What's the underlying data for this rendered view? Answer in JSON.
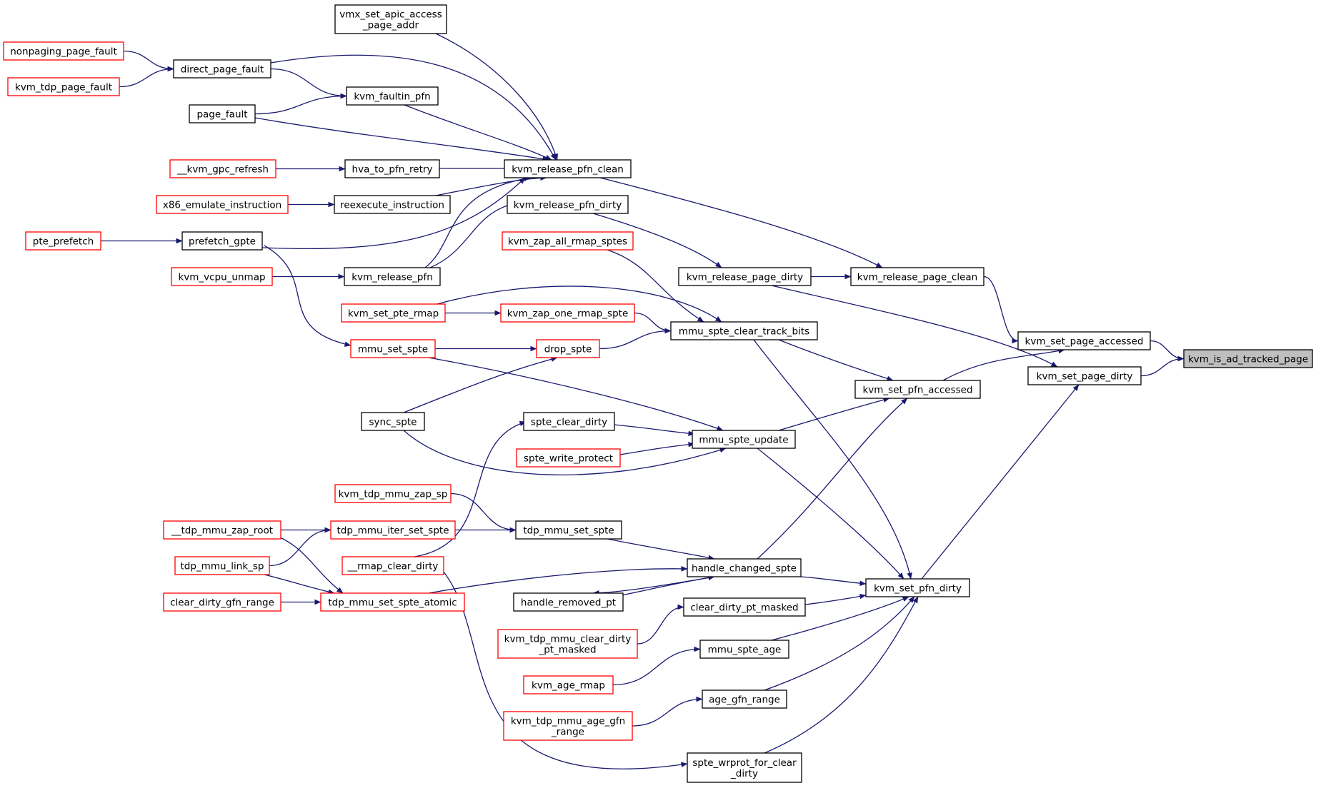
{
  "colors": {
    "edge": "#191970",
    "border_normal": "#000000",
    "border_truncated": "#ff0000",
    "root_fill": "#bfbfbf",
    "node_fill": "#ffffff"
  },
  "nodes": [
    {
      "id": "kvm_is_ad_tracked_page",
      "label": [
        "kvm_is_ad_tracked_page"
      ],
      "style": "root"
    },
    {
      "id": "kvm_set_page_accessed",
      "label": [
        "kvm_set_page_accessed"
      ],
      "style": "normal"
    },
    {
      "id": "kvm_set_page_dirty",
      "label": [
        "kvm_set_page_dirty"
      ],
      "style": "normal"
    },
    {
      "id": "kvm_release_page_clean",
      "label": [
        "kvm_release_page_clean"
      ],
      "style": "normal"
    },
    {
      "id": "kvm_release_page_dirty",
      "label": [
        "kvm_release_page_dirty"
      ],
      "style": "normal"
    },
    {
      "id": "kvm_set_pfn_accessed",
      "label": [
        "kvm_set_pfn_accessed"
      ],
      "style": "normal"
    },
    {
      "id": "kvm_set_pfn_dirty",
      "label": [
        "kvm_set_pfn_dirty"
      ],
      "style": "normal"
    },
    {
      "id": "kvm_release_pfn_clean",
      "label": [
        "kvm_release_pfn_clean"
      ],
      "style": "normal"
    },
    {
      "id": "kvm_release_pfn_dirty",
      "label": [
        "kvm_release_pfn_dirty"
      ],
      "style": "normal"
    },
    {
      "id": "kvm_zap_all_rmap_sptes",
      "label": [
        "kvm_zap_all_rmap_sptes"
      ],
      "style": "truncated"
    },
    {
      "id": "mmu_spte_clear_track_bits",
      "label": [
        "mmu_spte_clear_track_bits"
      ],
      "style": "normal"
    },
    {
      "id": "mmu_spte_update",
      "label": [
        "mmu_spte_update"
      ],
      "style": "normal"
    },
    {
      "id": "handle_changed_spte",
      "label": [
        "handle_changed_spte"
      ],
      "style": "normal"
    },
    {
      "id": "clear_dirty_pt_masked",
      "label": [
        "clear_dirty_pt_masked"
      ],
      "style": "normal"
    },
    {
      "id": "mmu_spte_age",
      "label": [
        "mmu_spte_age"
      ],
      "style": "normal"
    },
    {
      "id": "age_gfn_range",
      "label": [
        "age_gfn_range"
      ],
      "style": "normal"
    },
    {
      "id": "spte_wrprot_for_clear_dirty",
      "label": [
        "spte_wrprot_for_clear",
        "_dirty"
      ],
      "style": "normal"
    },
    {
      "id": "vmx_set_apic_access_page_addr",
      "label": [
        "vmx_set_apic_access",
        "_page_addr"
      ],
      "style": "normal"
    },
    {
      "id": "direct_page_fault",
      "label": [
        "direct_page_fault"
      ],
      "style": "normal"
    },
    {
      "id": "kvm_faultin_pfn",
      "label": [
        "kvm_faultin_pfn"
      ],
      "style": "normal"
    },
    {
      "id": "page_fault",
      "label": [
        "page_fault"
      ],
      "style": "normal"
    },
    {
      "id": "hva_to_pfn_retry",
      "label": [
        "hva_to_pfn_retry"
      ],
      "style": "normal"
    },
    {
      "id": "reexecute_instruction",
      "label": [
        "reexecute_instruction"
      ],
      "style": "normal"
    },
    {
      "id": "prefetch_gpte",
      "label": [
        "prefetch_gpte"
      ],
      "style": "normal"
    },
    {
      "id": "kvm_release_pfn",
      "label": [
        "kvm_release_pfn"
      ],
      "style": "normal"
    },
    {
      "id": "nonpaging_page_fault",
      "label": [
        "nonpaging_page_fault"
      ],
      "style": "truncated"
    },
    {
      "id": "kvm_tdp_page_fault",
      "label": [
        "kvm_tdp_page_fault"
      ],
      "style": "truncated"
    },
    {
      "id": "__kvm_gpc_refresh",
      "label": [
        "__kvm_gpc_refresh"
      ],
      "style": "truncated"
    },
    {
      "id": "x86_emulate_instruction",
      "label": [
        "x86_emulate_instruction"
      ],
      "style": "truncated"
    },
    {
      "id": "pte_prefetch",
      "label": [
        "pte_prefetch"
      ],
      "style": "truncated"
    },
    {
      "id": "kvm_vcpu_unmap",
      "label": [
        "kvm_vcpu_unmap"
      ],
      "style": "truncated"
    },
    {
      "id": "kvm_set_pte_rmap",
      "label": [
        "kvm_set_pte_rmap"
      ],
      "style": "truncated"
    },
    {
      "id": "kvm_zap_one_rmap_spte",
      "label": [
        "kvm_zap_one_rmap_spte"
      ],
      "style": "truncated"
    },
    {
      "id": "mmu_set_spte",
      "label": [
        "mmu_set_spte"
      ],
      "style": "truncated"
    },
    {
      "id": "drop_spte",
      "label": [
        "drop_spte"
      ],
      "style": "truncated"
    },
    {
      "id": "sync_spte",
      "label": [
        "sync_spte"
      ],
      "style": "normal"
    },
    {
      "id": "spte_clear_dirty",
      "label": [
        "spte_clear_dirty"
      ],
      "style": "normal"
    },
    {
      "id": "spte_write_protect",
      "label": [
        "spte_write_protect"
      ],
      "style": "truncated"
    },
    {
      "id": "kvm_tdp_mmu_zap_sp",
      "label": [
        "kvm_tdp_mmu_zap_sp"
      ],
      "style": "truncated"
    },
    {
      "id": "tdp_mmu_set_spte",
      "label": [
        "tdp_mmu_set_spte"
      ],
      "style": "normal"
    },
    {
      "id": "__tdp_mmu_zap_root",
      "label": [
        "__tdp_mmu_zap_root"
      ],
      "style": "truncated"
    },
    {
      "id": "tdp_mmu_iter_set_spte",
      "label": [
        "tdp_mmu_iter_set_spte"
      ],
      "style": "truncated"
    },
    {
      "id": "tdp_mmu_link_sp",
      "label": [
        "tdp_mmu_link_sp"
      ],
      "style": "truncated"
    },
    {
      "id": "__rmap_clear_dirty",
      "label": [
        "__rmap_clear_dirty"
      ],
      "style": "truncated"
    },
    {
      "id": "handle_removed_pt",
      "label": [
        "handle_removed_pt"
      ],
      "style": "normal"
    },
    {
      "id": "clear_dirty_gfn_range",
      "label": [
        "clear_dirty_gfn_range"
      ],
      "style": "truncated"
    },
    {
      "id": "tdp_mmu_set_spte_atomic",
      "label": [
        "tdp_mmu_set_spte_atomic"
      ],
      "style": "truncated"
    },
    {
      "id": "kvm_tdp_mmu_clear_dirty_pt_masked",
      "label": [
        "kvm_tdp_mmu_clear_dirty",
        "_pt_masked"
      ],
      "style": "truncated"
    },
    {
      "id": "kvm_age_rmap",
      "label": [
        "kvm_age_rmap"
      ],
      "style": "truncated"
    },
    {
      "id": "kvm_tdp_mmu_age_gfn_range",
      "label": [
        "kvm_tdp_mmu_age_gfn",
        "_range"
      ],
      "style": "truncated"
    }
  ],
  "edges": [
    [
      "kvm_set_page_accessed",
      "kvm_is_ad_tracked_page"
    ],
    [
      "kvm_set_page_dirty",
      "kvm_is_ad_tracked_page"
    ],
    [
      "kvm_release_page_clean",
      "kvm_set_page_accessed"
    ],
    [
      "kvm_set_pfn_accessed",
      "kvm_set_page_accessed"
    ],
    [
      "kvm_release_page_dirty",
      "kvm_set_page_dirty"
    ],
    [
      "kvm_set_pfn_dirty",
      "kvm_set_page_dirty"
    ],
    [
      "kvm_release_pfn_clean",
      "kvm_release_page_clean"
    ],
    [
      "kvm_release_page_dirty",
      "kvm_release_page_clean"
    ],
    [
      "kvm_release_pfn_dirty",
      "kvm_release_page_dirty"
    ],
    [
      "mmu_spte_clear_track_bits",
      "kvm_set_pfn_accessed"
    ],
    [
      "mmu_spte_update",
      "kvm_set_pfn_accessed"
    ],
    [
      "handle_changed_spte",
      "kvm_set_pfn_accessed"
    ],
    [
      "mmu_spte_clear_track_bits",
      "kvm_set_pfn_dirty"
    ],
    [
      "mmu_spte_update",
      "kvm_set_pfn_dirty"
    ],
    [
      "handle_changed_spte",
      "kvm_set_pfn_dirty"
    ],
    [
      "clear_dirty_pt_masked",
      "kvm_set_pfn_dirty"
    ],
    [
      "mmu_spte_age",
      "kvm_set_pfn_dirty"
    ],
    [
      "age_gfn_range",
      "kvm_set_pfn_dirty"
    ],
    [
      "spte_wrprot_for_clear_dirty",
      "kvm_set_pfn_dirty"
    ],
    [
      "vmx_set_apic_access_page_addr",
      "kvm_release_pfn_clean"
    ],
    [
      "direct_page_fault",
      "kvm_release_pfn_clean"
    ],
    [
      "kvm_faultin_pfn",
      "kvm_release_pfn_clean"
    ],
    [
      "page_fault",
      "kvm_release_pfn_clean"
    ],
    [
      "hva_to_pfn_retry",
      "kvm_release_pfn_clean"
    ],
    [
      "reexecute_instruction",
      "kvm_release_pfn_clean"
    ],
    [
      "prefetch_gpte",
      "kvm_release_pfn_clean"
    ],
    [
      "kvm_release_pfn",
      "kvm_release_pfn_clean"
    ],
    [
      "kvm_release_pfn",
      "kvm_release_pfn_dirty"
    ],
    [
      "nonpaging_page_fault",
      "direct_page_fault"
    ],
    [
      "kvm_tdp_page_fault",
      "direct_page_fault"
    ],
    [
      "direct_page_fault",
      "kvm_faultin_pfn"
    ],
    [
      "page_fault",
      "kvm_faultin_pfn"
    ],
    [
      "__kvm_gpc_refresh",
      "hva_to_pfn_retry"
    ],
    [
      "x86_emulate_instruction",
      "reexecute_instruction"
    ],
    [
      "pte_prefetch",
      "prefetch_gpte"
    ],
    [
      "kvm_vcpu_unmap",
      "kvm_release_pfn"
    ],
    [
      "prefetch_gpte",
      "mmu_set_spte"
    ],
    [
      "kvm_zap_all_rmap_sptes",
      "mmu_spte_clear_track_bits"
    ],
    [
      "kvm_set_pte_rmap",
      "mmu_spte_clear_track_bits"
    ],
    [
      "kvm_zap_one_rmap_spte",
      "mmu_spte_clear_track_bits"
    ],
    [
      "drop_spte",
      "mmu_spte_clear_track_bits"
    ],
    [
      "kvm_set_pte_rmap",
      "kvm_zap_one_rmap_spte"
    ],
    [
      "mmu_set_spte",
      "drop_spte"
    ],
    [
      "sync_spte",
      "drop_spte"
    ],
    [
      "mmu_set_spte",
      "mmu_spte_update"
    ],
    [
      "sync_spte",
      "mmu_spte_update"
    ],
    [
      "spte_clear_dirty",
      "mmu_spte_update"
    ],
    [
      "spte_write_protect",
      "mmu_spte_update"
    ],
    [
      "__rmap_clear_dirty",
      "spte_clear_dirty"
    ],
    [
      "kvm_tdp_mmu_zap_sp",
      "tdp_mmu_set_spte"
    ],
    [
      "tdp_mmu_iter_set_spte",
      "tdp_mmu_set_spte"
    ],
    [
      "__tdp_mmu_zap_root",
      "tdp_mmu_iter_set_spte"
    ],
    [
      "tdp_mmu_link_sp",
      "tdp_mmu_iter_set_spte"
    ],
    [
      "__tdp_mmu_zap_root",
      "tdp_mmu_set_spte_atomic"
    ],
    [
      "tdp_mmu_link_sp",
      "tdp_mmu_set_spte_atomic"
    ],
    [
      "clear_dirty_gfn_range",
      "tdp_mmu_set_spte_atomic"
    ],
    [
      "tdp_mmu_set_spte",
      "handle_changed_spte"
    ],
    [
      "tdp_mmu_set_spte_atomic",
      "handle_changed_spte"
    ],
    [
      "handle_removed_pt",
      "handle_changed_spte"
    ],
    [
      "handle_changed_spte",
      "handle_removed_pt"
    ],
    [
      "kvm_tdp_mmu_clear_dirty_pt_masked",
      "clear_dirty_pt_masked"
    ],
    [
      "kvm_age_rmap",
      "mmu_spte_age"
    ],
    [
      "kvm_tdp_mmu_age_gfn_range",
      "age_gfn_range"
    ],
    [
      "__rmap_clear_dirty",
      "spte_wrprot_for_clear_dirty"
    ]
  ]
}
